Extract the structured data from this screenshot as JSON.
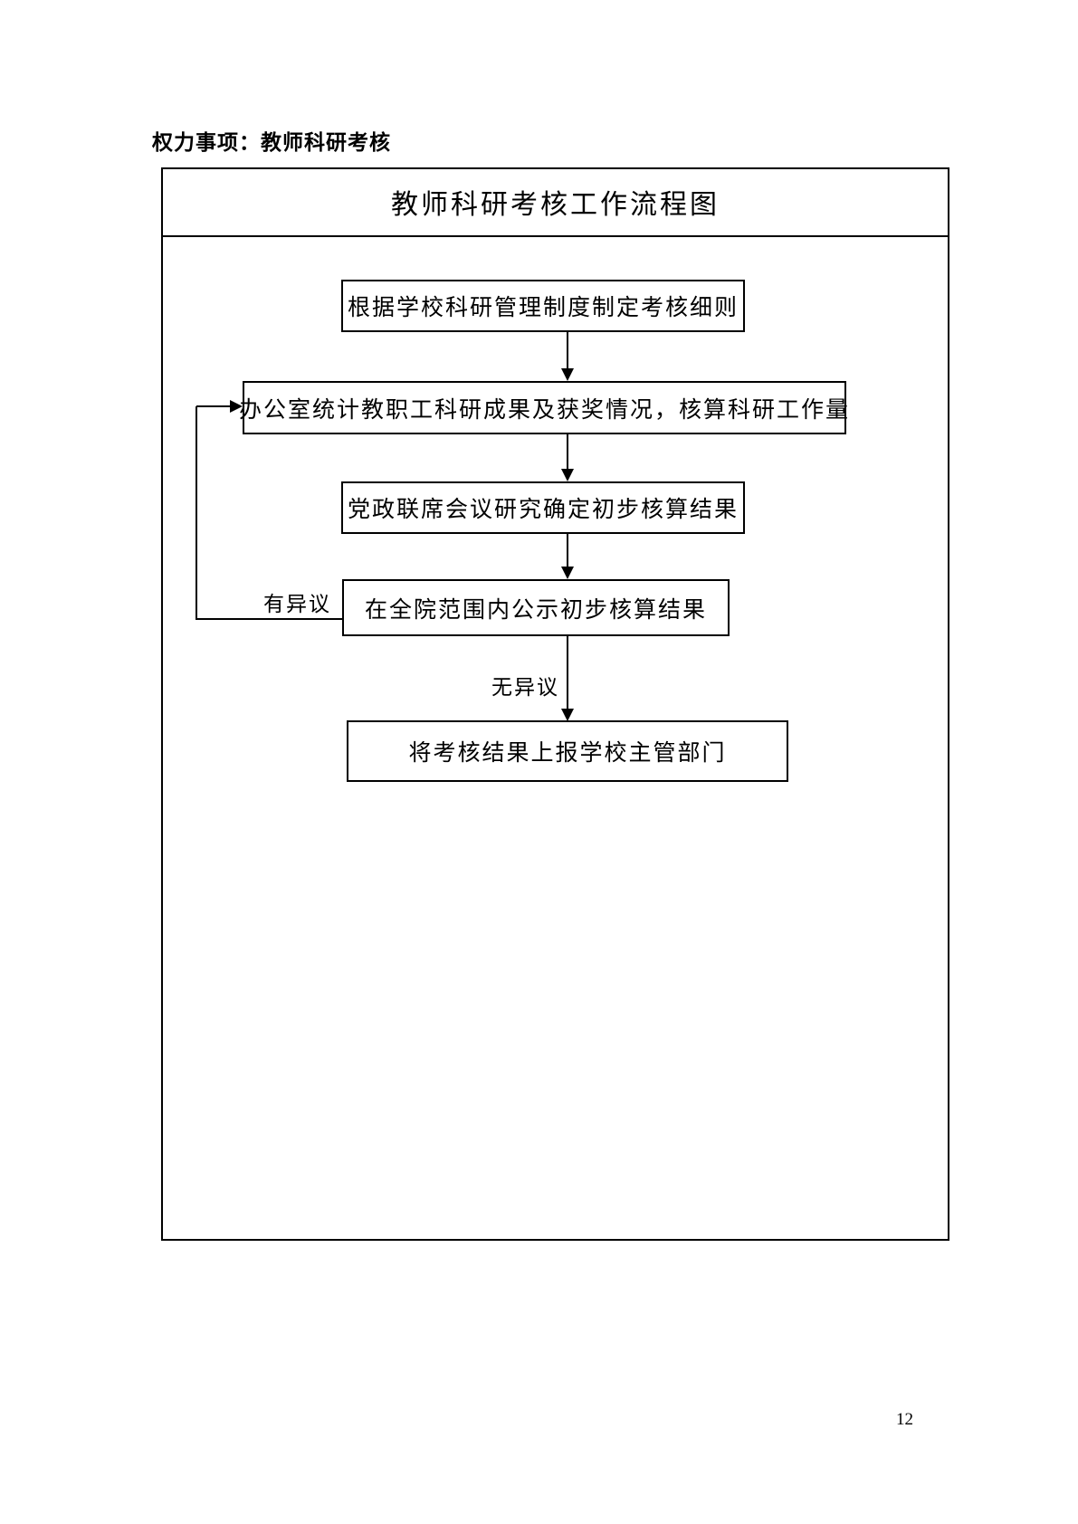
{
  "page": {
    "heading": "权力事项：教师科研考核",
    "page_number": "12"
  },
  "flowchart": {
    "title": "教师科研考核工作流程图",
    "nodes": [
      {
        "id": "step1",
        "label": "根据学校科研管理制度制定考核细则"
      },
      {
        "id": "step2",
        "label": "办公室统计教职工科研成果及获奖情况，核算科研工作量"
      },
      {
        "id": "step3",
        "label": "党政联席会议研究确定初步核算结果"
      },
      {
        "id": "step4",
        "label": "在全院范围内公示初步核算结果"
      },
      {
        "id": "step5",
        "label": "将考核结果上报学校主管部门"
      }
    ],
    "edges": [
      {
        "from": "step1",
        "to": "step2",
        "label": ""
      },
      {
        "from": "step2",
        "to": "step3",
        "label": ""
      },
      {
        "from": "step3",
        "to": "step4",
        "label": ""
      },
      {
        "from": "step4",
        "to": "step5",
        "label": "无异议"
      },
      {
        "from": "step4",
        "to": "step2",
        "label": "有异议",
        "type": "feedback-loop"
      }
    ],
    "edge_labels": {
      "objection": "有异议",
      "no_objection": "无异议"
    },
    "colors": {
      "line": "#000000",
      "background": "#ffffff"
    }
  }
}
